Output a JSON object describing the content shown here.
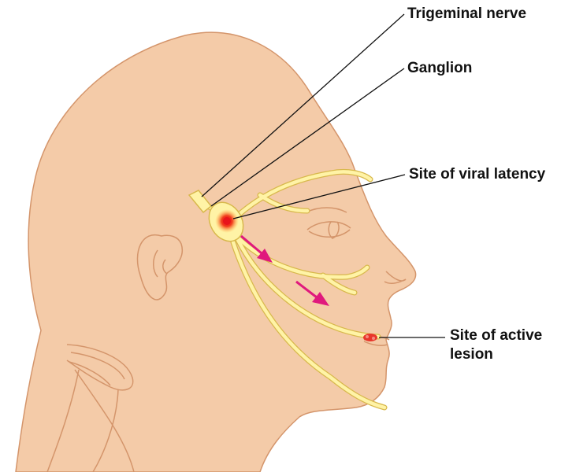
{
  "labels": {
    "trigeminal_nerve": "Trigeminal nerve",
    "ganglion": "Ganglion",
    "latency_site": "Site of viral latency",
    "active_site_line1": "Site of active",
    "active_site_line2": "lesion"
  },
  "colors": {
    "skin": "#F4CBA8",
    "skin_outline": "#D4956B",
    "nerve": "#FFF3A6",
    "nerve_outline": "#D8B84C",
    "latency_spot": "#E8141B",
    "arrow": "#E0197D",
    "lesion": "#E8362B",
    "leader_line": "#111111"
  }
}
